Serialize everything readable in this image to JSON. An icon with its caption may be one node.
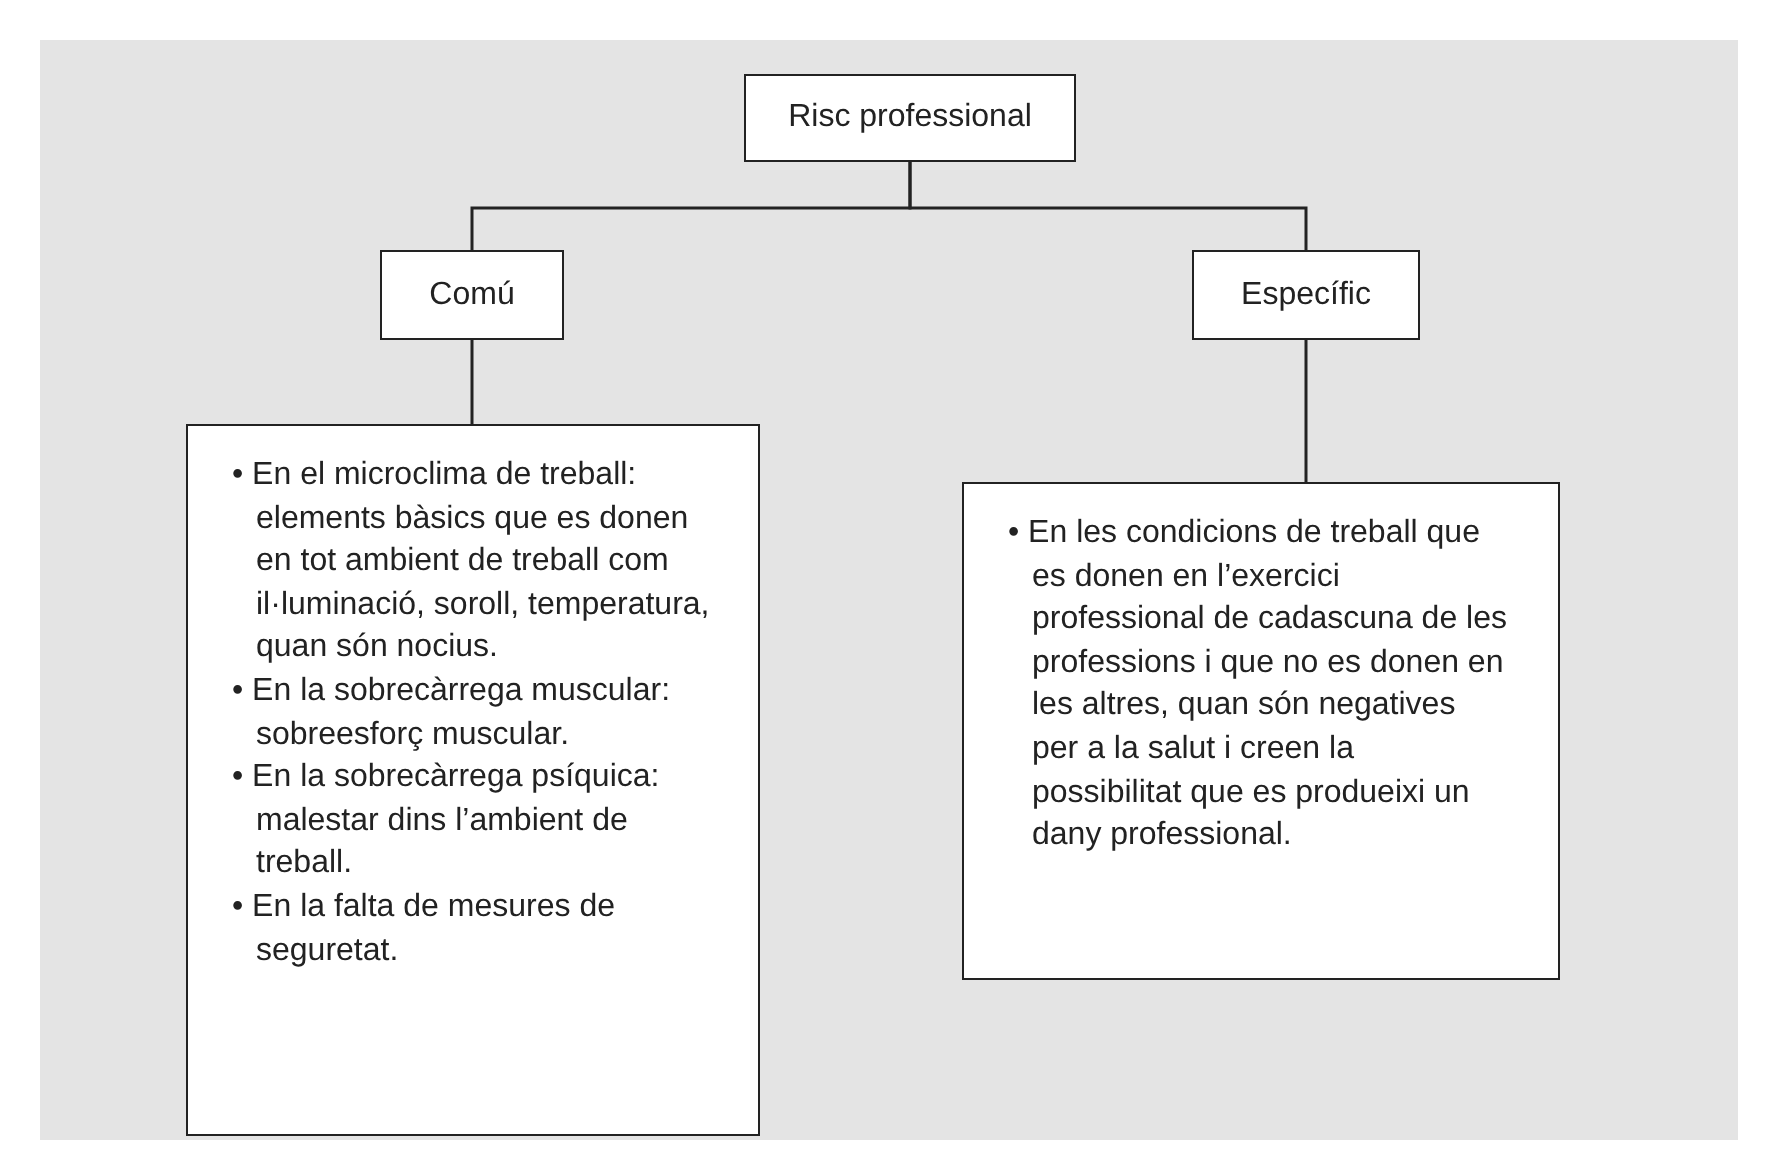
{
  "diagram": {
    "nodes": [
      {
        "text": [
          "Risc professional"
        ]
      },
      {
        "text": [
          "Comú"
        ]
      },
      {
        "text": [
          "Específic"
        ]
      },
      {
        "text": [
          "• En el microclima de treball: elements bàsics que es donen en tot ambient de treball com il·luminació, soroll, temperatura, quan són nocius.",
          "• En la sobrecàrrega muscular: sobreesforç muscular.",
          "• En la sobrecàrrega psíquica: malestar dins l’ambient de treball.",
          "• En la falta de mesures de seguretat."
        ]
      },
      {
        "text": [
          "• En les condicions de treball que es donen en l’exercici professional de cadascuna de les professions i que no es donen en les altres, quan són negatives per a la salut i creen la possibilitat que es produeixi un dany professional."
        ]
      }
    ],
    "edges": [
      {
        "from": 0,
        "to": 1,
        "arrow": "none"
      },
      {
        "from": 0,
        "to": 2,
        "arrow": "none"
      },
      {
        "from": 1,
        "to": 3,
        "arrow": "none"
      },
      {
        "from": 2,
        "to": 4,
        "arrow": "none"
      }
    ]
  }
}
